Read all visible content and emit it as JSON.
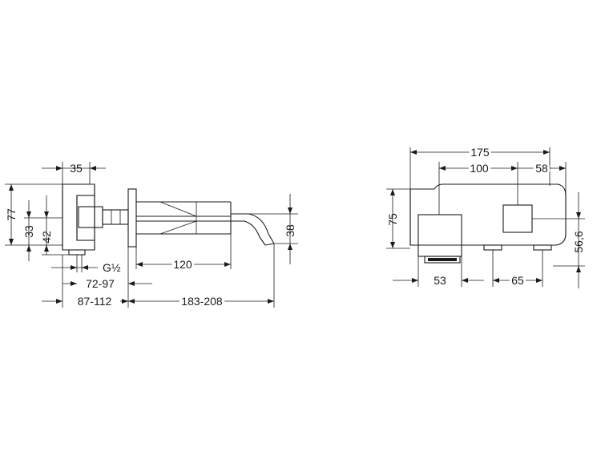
{
  "side_view": {
    "dims": {
      "d35": "35",
      "d77": "77",
      "d33": "33",
      "d42": "42",
      "g_half": "G½",
      "d72_97": "72-97",
      "d87_112": "87-112",
      "d120": "120",
      "d183_208": "183-208",
      "d38": "38"
    }
  },
  "front_view": {
    "dims": {
      "d175": "175",
      "d100": "100",
      "d58": "58",
      "d75": "75",
      "d56_6": "56,6",
      "d53": "53",
      "d65": "65"
    }
  }
}
